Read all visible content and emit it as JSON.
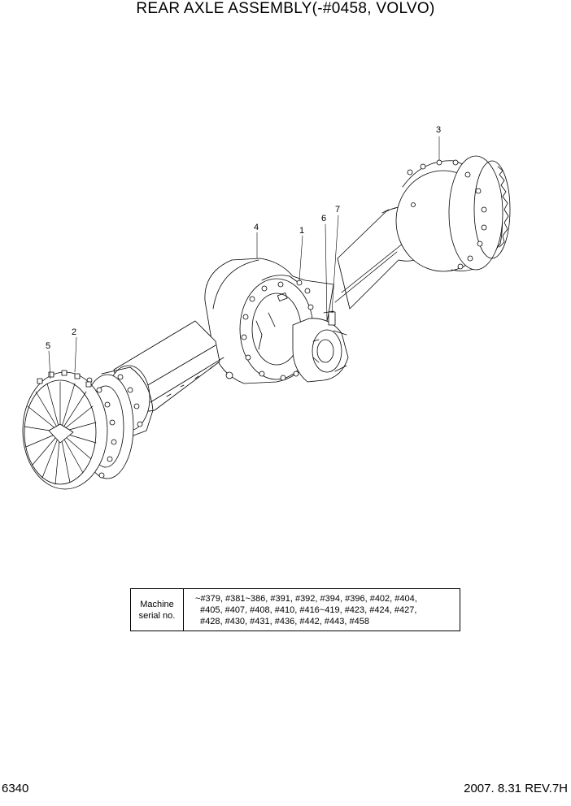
{
  "page": {
    "title": "REAR AXLE ASSEMBLY(-#0458, VOLVO)",
    "page_number": "6340",
    "revision": "2007. 8.31  REV.7H"
  },
  "callouts": [
    "1",
    "2",
    "3",
    "4",
    "5",
    "6",
    "7"
  ],
  "serial_table": {
    "label_line1": "Machine",
    "label_line2": "serial no.",
    "lines": [
      "~#379, #381~386, #391, #392, #394, #396, #402, #404,",
      "#405, #407, #408, #410, #416~419, #423, #424, #427,",
      "#428, #430, #431, #436, #442, #443, #458"
    ]
  }
}
